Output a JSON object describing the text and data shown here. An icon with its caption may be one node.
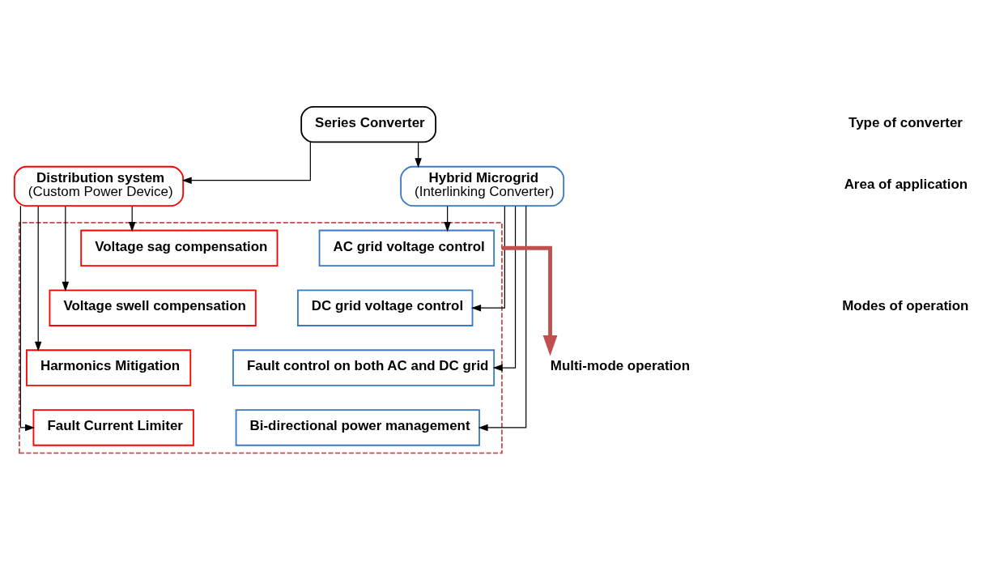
{
  "diagram": {
    "nodes": [
      {
        "text": [
          "Series Converter"
        ]
      },
      {
        "text": [
          "Distribution system",
          "(Custom Power Device)"
        ]
      },
      {
        "text": [
          "Hybrid Microgrid",
          "(Interlinking Converter)"
        ]
      },
      {
        "text": [],
        "shape": "box"
      },
      {
        "text": [
          "Voltage sag compensation"
        ],
        "in": 3
      },
      {
        "text": [
          "Voltage swell compensation"
        ],
        "in": 3
      },
      {
        "text": [
          "Harmonics Mitigation"
        ],
        "in": 3
      },
      {
        "text": [
          "Fault Current Limiter"
        ],
        "in": 3
      },
      {
        "text": [
          "AC grid voltage control"
        ],
        "in": 3
      },
      {
        "text": [
          "DC grid voltage control"
        ],
        "in": 3
      },
      {
        "text": [
          "Fault control on both AC and DC grid"
        ],
        "in": 3
      },
      {
        "text": [
          "Bi-directional power management"
        ],
        "in": 3
      },
      {
        "text": [
          "Multi-mode operation"
        ]
      }
    ],
    "edges": [
      {
        "from": 0,
        "to": 1,
        "arrow": "to"
      },
      {
        "from": 0,
        "to": 2,
        "arrow": "to"
      },
      {
        "from": 1,
        "to": 4,
        "arrow": "to"
      },
      {
        "from": 1,
        "to": 5,
        "arrow": "to"
      },
      {
        "from": 1,
        "to": 6,
        "arrow": "to"
      },
      {
        "from": 1,
        "to": 7,
        "arrow": "to"
      },
      {
        "from": 2,
        "to": 8,
        "arrow": "to"
      },
      {
        "from": 2,
        "to": 9,
        "arrow": "to"
      },
      {
        "from": 2,
        "to": 10,
        "arrow": "to"
      },
      {
        "from": 2,
        "to": 11,
        "arrow": "to"
      },
      {
        "from": 3,
        "to": 12,
        "arrow": "to",
        "style": "thick",
        "color": "#c0504d"
      }
    ],
    "labels": [
      "Type of converter",
      "Area of application",
      "Modes of operation"
    ]
  }
}
